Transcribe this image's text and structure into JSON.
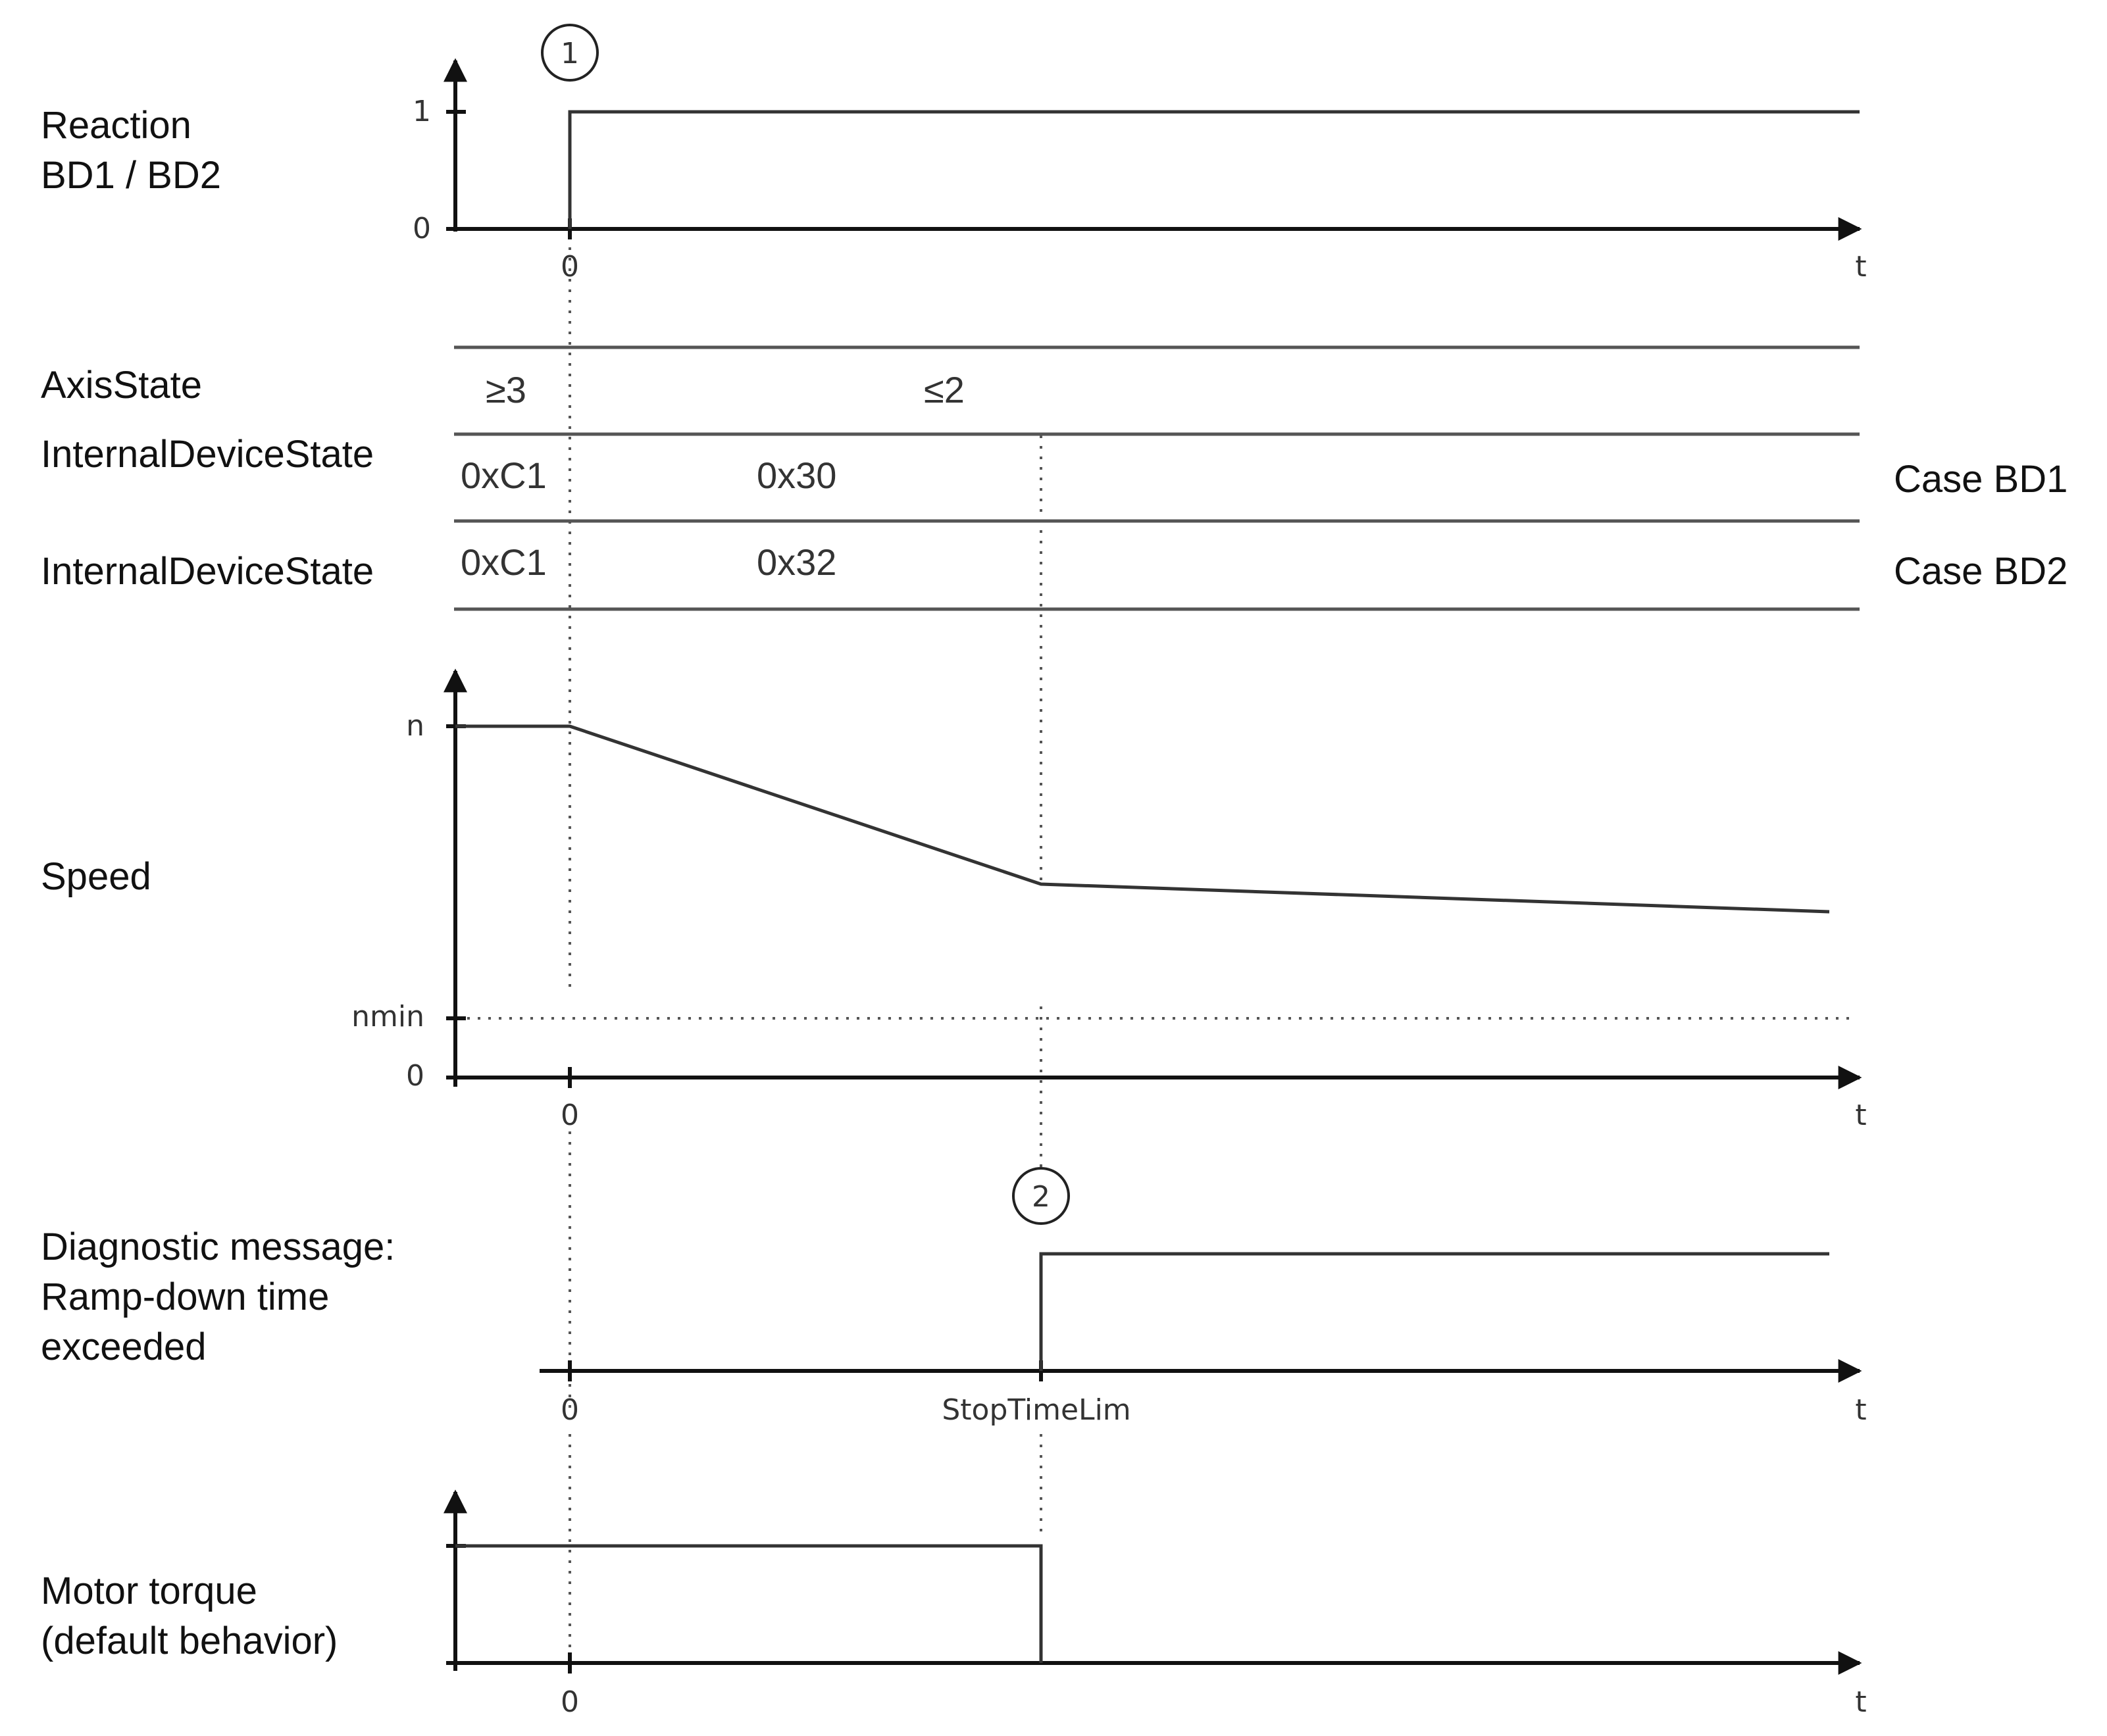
{
  "labels": {
    "reaction": [
      "Reaction",
      "BD1 / BD2"
    ],
    "axis_state": "AxisState",
    "internal_device_state_bd1": "InternalDeviceState",
    "internal_device_state_bd2": "InternalDeviceState",
    "speed": "Speed",
    "diagnostic": [
      "Diagnostic message:",
      "Ramp-down time",
      "exceeded"
    ],
    "motor_torque": [
      "Motor torque",
      "(default behavior)"
    ]
  },
  "cases": {
    "bd1": "Case BD1",
    "bd2": "Case BD2"
  },
  "markers": {
    "m1": "1",
    "m2": "2"
  },
  "axis": {
    "time_label": "t",
    "zero": "0",
    "one": "1",
    "speed_n": "n",
    "speed_nmin": "nmin",
    "stop_time_lim": "StopTimeLim"
  },
  "states": {
    "axis_state_before": "≥3",
    "axis_state_after": "≤2",
    "bd1_before": "0xC1",
    "bd1_after": "0x30",
    "bd2_before": "0xC1",
    "bd2_after": "0x32"
  }
}
